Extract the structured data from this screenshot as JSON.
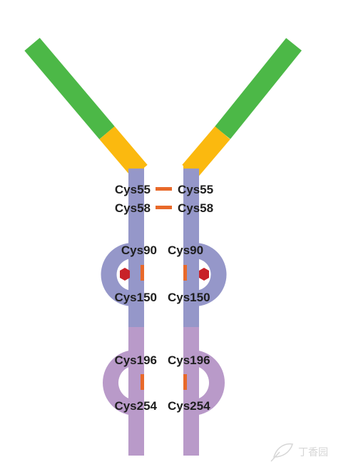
{
  "colors": {
    "arm_green": "#4cb847",
    "arm_yellow": "#fbb90f",
    "domain_blue": "#9597c9",
    "domain_purple": "#b99ac9",
    "bond_orange": "#e8692a",
    "marker_red": "#c82128",
    "label_text": "#1e1e1e"
  },
  "labels": {
    "left": {
      "cys55": "Cys55",
      "cys58": "Cys58",
      "cys90": "Cys90",
      "cys150": "Cys150",
      "cys196": "Cys196",
      "cys254": "Cys254"
    },
    "right": {
      "cys55": "Cys55",
      "cys58": "Cys58",
      "cys90": "Cys90",
      "cys150": "Cys150",
      "cys196": "Cys196",
      "cys254": "Cys254"
    }
  },
  "markers": {
    "shape": "hexagon"
  },
  "watermark": {
    "text": "丁香园"
  }
}
